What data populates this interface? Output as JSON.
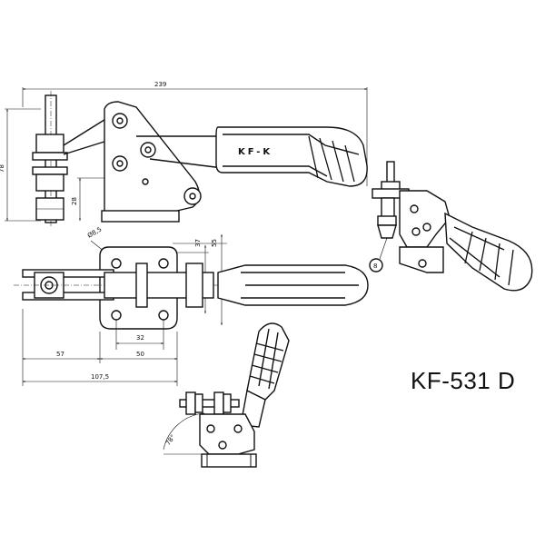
{
  "title": "KF-531 D",
  "dimensions": {
    "overall_length": "239",
    "height_total": "78",
    "spindle_height": "28",
    "hole_diameter": "Ø8,5",
    "base_37": "37",
    "base_55": "55",
    "hole_spacing": "32",
    "base_width": "50",
    "offset_57": "57",
    "length_107": "107,5",
    "opening_angle": "78°",
    "iso_label": "8"
  },
  "handle_logo": "KF-K"
}
